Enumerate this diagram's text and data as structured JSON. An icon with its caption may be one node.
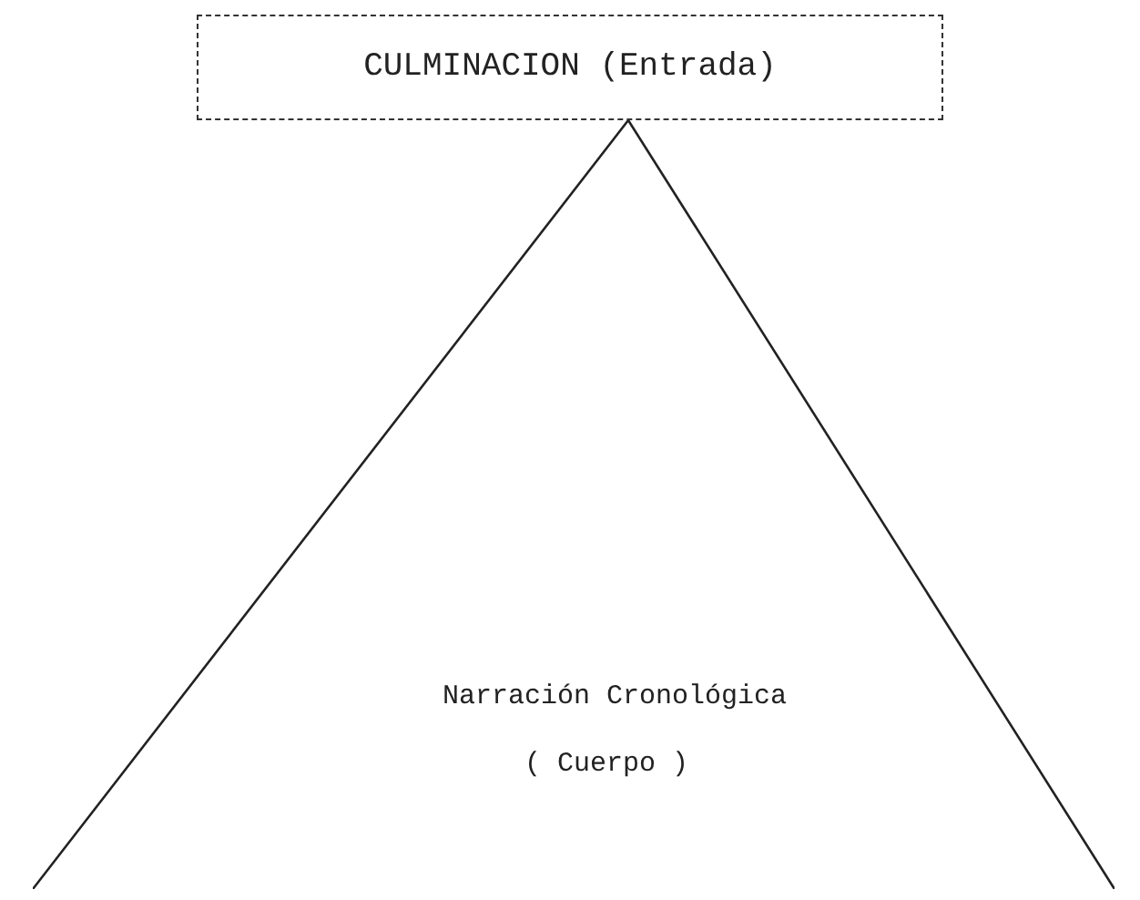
{
  "diagram": {
    "nodes": [
      {
        "text": [
          "CULMINACION (Entrada)"
        ]
      },
      {
        "text": [
          "Narración Cronológica",
          "( Cuerpo )"
        ]
      }
    ]
  }
}
